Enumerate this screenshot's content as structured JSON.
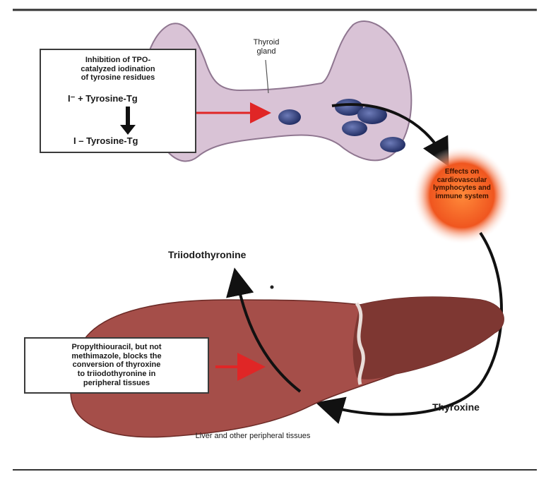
{
  "colors": {
    "thyroid_fill": "#d9c3d6",
    "thyroid_stroke": "#8f7690",
    "cell_fill": "#2f3d7e",
    "liver_fill": "#a54e49",
    "liver_right_fill": "#7e3732",
    "effect_glow": "#f25a22",
    "arrow_red": "#e02626",
    "arrow_black": "#111111",
    "border_line": "#333333"
  },
  "thyroid": {
    "label_line1": "Thyroid",
    "label_line2": "gland"
  },
  "tpo_box": {
    "line1": "Inhibition of TPO-",
    "line2": "catalyzed iodination",
    "line3": "of tyrosine residues",
    "reaction_top": "I⁻ + Tyrosine-Tg",
    "reaction_bottom": "I – Tyrosine-Tg"
  },
  "effects": {
    "line1": "Effects on",
    "line2": "cardiovascular",
    "line3": "lymphocytes",
    "line4": "and immune",
    "line5": "system"
  },
  "triiodothyronine_label": "Triiodothyronine",
  "thyroxine_label": "Thyroxine",
  "ptu_box": {
    "line1": "Propylthiouracil, but not",
    "line2": "methimazole, blocks the",
    "line3": "conversion of thyroxine",
    "line4": "to triiodothyronine in",
    "line5": "peripheral tissues"
  },
  "liver": {
    "label_line1": "Liver and other",
    "label_line2": "peripheral tissues"
  }
}
